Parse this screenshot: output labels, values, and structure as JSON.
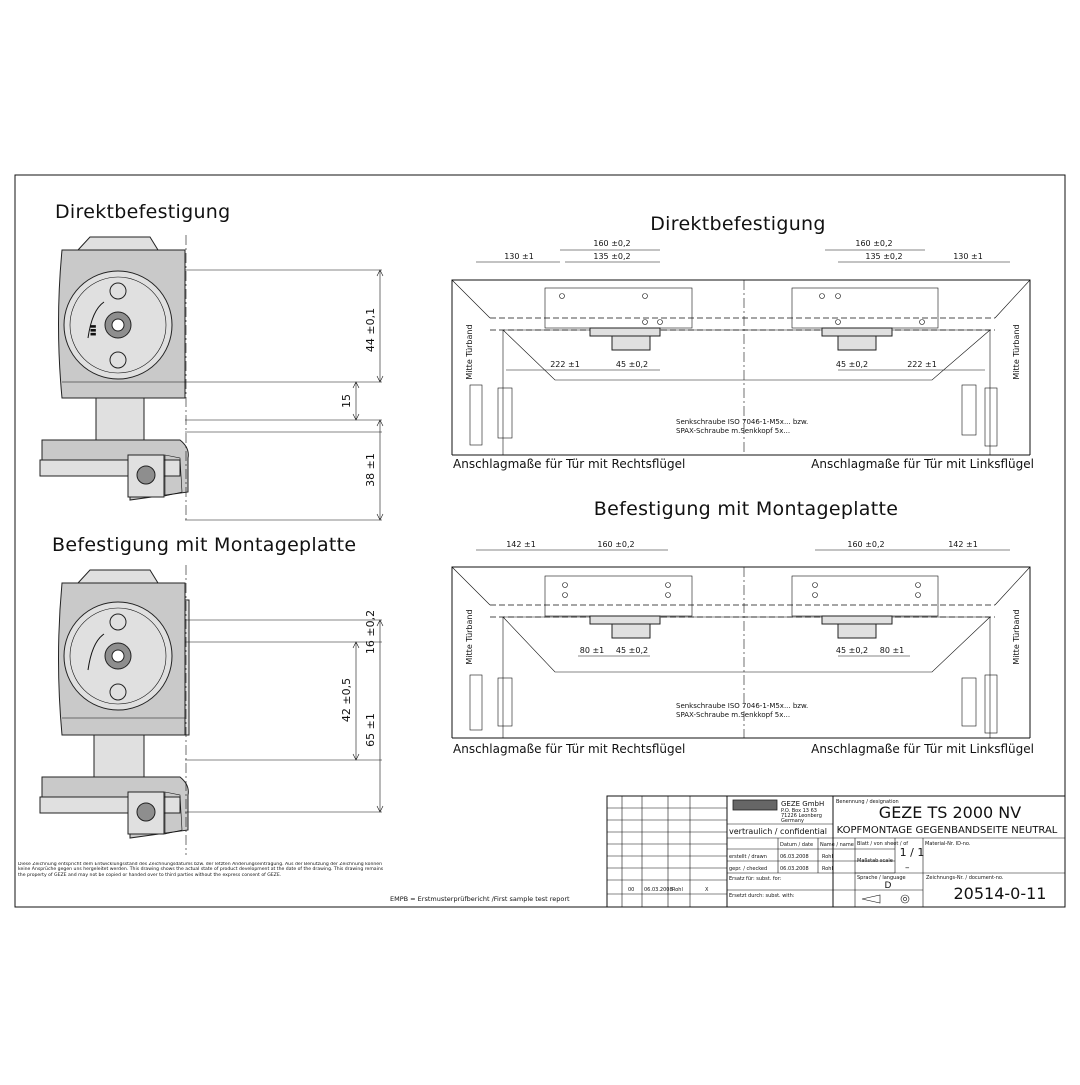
{
  "left": {
    "title_direct": "Direktbefestigung",
    "title_plate": "Befestigung mit Montageplatte",
    "dims_direct": {
      "d1": "44 ±0,1",
      "d2": "15",
      "d3": "38 ±1"
    },
    "dims_plate": {
      "d1": "16 ±0,2",
      "d2": "42 ±0,5",
      "d3": "65 ±1"
    }
  },
  "right": {
    "title_direct": "Direktbefestigung",
    "title_plate": "Befestigung mit Montageplatte",
    "mitte": "Mitte Türband",
    "caption_right_wing": "Anschlagmaße für Tür mit Rechtsflügel",
    "caption_left_wing": "Anschlagmaße für Tür mit Linksflügel",
    "screw_line1": "Senkschraube ISO 7046-1-M5x... bzw.",
    "screw_line2": "SPAX-Schraube m.Senkkopf 5x...",
    "direct_dims": {
      "a": "130 ±1",
      "b": "160 ±0,2",
      "c": "135 ±0,2",
      "d": "222 ±1",
      "e": "45 ±0,2"
    },
    "plate_dims": {
      "a": "142 ±1",
      "b": "160 ±0,2",
      "c": "80 ±1",
      "d": "45 ±0,2"
    }
  },
  "notes": {
    "legal_text": "Diese Zeichnung entspricht dem Entwicklungsstand des Zeichnungsdatums bzw. der letzten Änderungseintragung. Aus der Benutzung der Zeichnung können keine Ansprüche gegen uns hergeleitet werden. This drawing shows the actual state of product development at the date of the drawing. This drawing remains the property of GEZE and may not be copied or handed over to third parties without the express consent of GEZE.",
    "empb": "EMPB = Erstmusterprüfbericht /First sample test report"
  },
  "titleblock": {
    "company": "GEZE GmbH",
    "company_addr1": "P.O. Box 13 63",
    "company_addr2": "71226 Leonberg",
    "company_addr3": "Germany",
    "confidential": "vertraulich / confidential",
    "designation_label": "Benennung / designation",
    "product": "GEZE TS 2000 NV",
    "subtitle": "KOPFMONTAGE GEGENBANDSEITE NEUTRAL",
    "date_label": "Datum / date",
    "name_label": "Name / name",
    "drawn_label": "erstellt / drawn",
    "checked_label": "gepr. / checked",
    "drawn_date": "06.03.2008",
    "drawn_name": "Rohl",
    "checked_date": "06.03.2008",
    "checked_name": "Rohl",
    "sheet_label": "Blatt / von sheet / of",
    "sheet": "1 / 1",
    "scale_label": "Maßstab scale",
    "scale": "–",
    "material_label": "Material-Nr. ID-no.",
    "replaces_label": "Ersatz für: subst. for:",
    "replaced_by_label": "Ersetzt durch: subst. with:",
    "language_label": "Sprache / language",
    "language": "D",
    "docno_label": "Zeichnungs-Nr. / document-no.",
    "docno": "20514-0-11",
    "rev_index": "00",
    "rev_date": "06.03.2008",
    "rev_name": "Rohl",
    "rev_mark": "X"
  }
}
